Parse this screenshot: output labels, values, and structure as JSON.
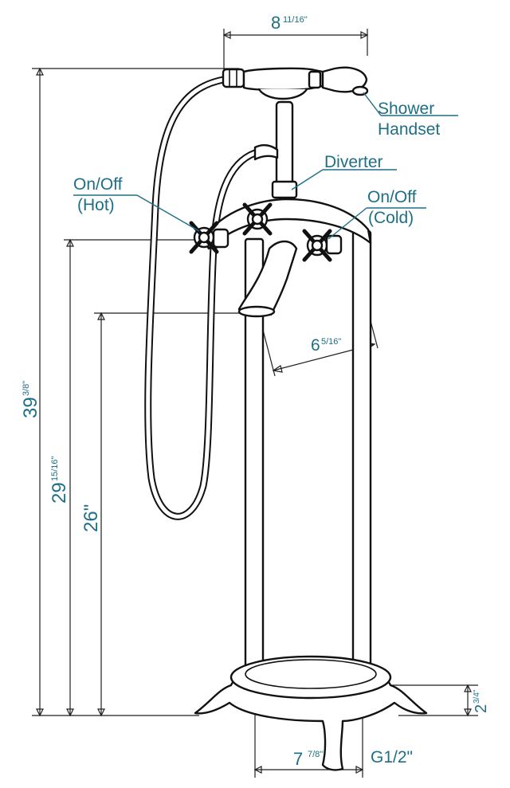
{
  "labels": {
    "shower_line1": "Shower",
    "shower_line2": "Handset",
    "diverter": "Diverter",
    "hot_line1": "On/Off",
    "hot_line2": "(Hot)",
    "cold_line1": "On/Off",
    "cold_line2": "(Cold)",
    "thread": "G1/2\""
  },
  "dimensions": {
    "handset_width": {
      "main": "8",
      "frac": "11/16\""
    },
    "total_height": {
      "main": "39",
      "frac": "3/8\""
    },
    "handle_height": {
      "main": "29",
      "frac": "15/16\""
    },
    "spout_height": {
      "main": "26\"",
      "frac": ""
    },
    "spout_reach": {
      "main": "6",
      "frac": "5/16\""
    },
    "base_height": {
      "main": "2",
      "frac": "3/4\""
    },
    "leg_spacing": {
      "main": "7",
      "frac": "7/8\""
    }
  },
  "colors": {
    "label": "#1e6f86",
    "line": "#111111"
  }
}
